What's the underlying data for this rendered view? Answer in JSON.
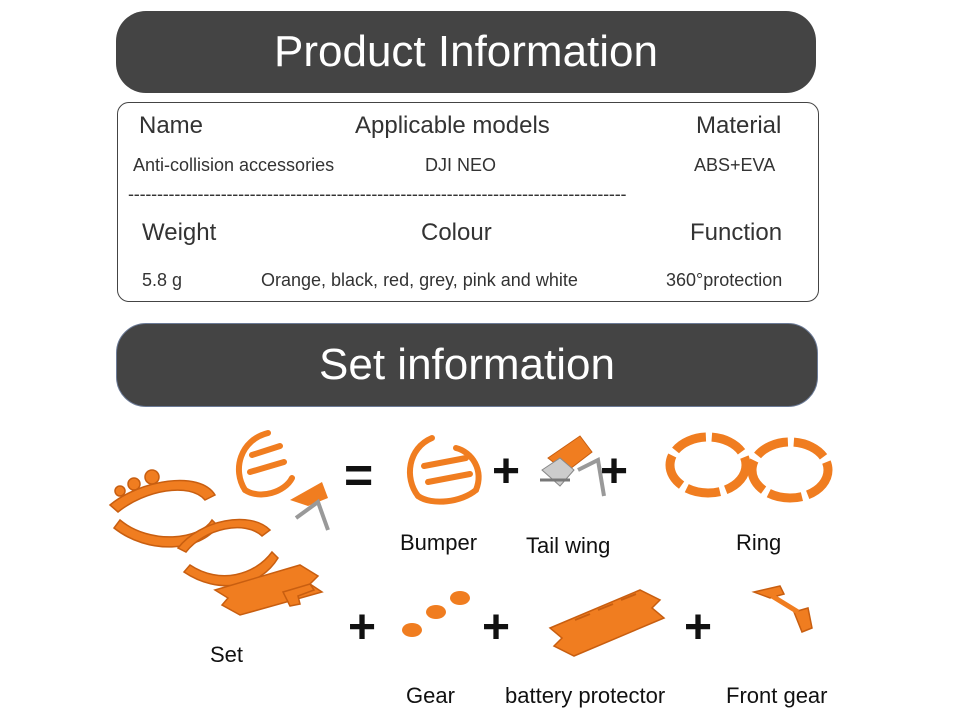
{
  "product_banner": "Product Information",
  "set_banner": "Set information",
  "info": {
    "name_h": "Name",
    "models_h": "Applicable models",
    "material_h": "Material",
    "name_v": "Anti-collision accessories",
    "models_v": "DJI NEO",
    "material_v": "ABS+EVA",
    "divider": "--------------------------------------------------------------------------------------",
    "weight_h": "Weight",
    "colour_h": "Colour",
    "function_h": "Function",
    "weight_v": "5.8 g",
    "colour_v": "Orange, black, red, grey, pink and white",
    "function_v": "360°protection"
  },
  "set": {
    "equals": "=",
    "plus": "+",
    "bumper": "Bumper",
    "tail_wing": "Tail wing",
    "ring": "Ring",
    "set": "Set",
    "gear": "Gear",
    "battery_protector": "battery protector",
    "front_gear": "Front gear"
  },
  "colors": {
    "banner": "#444444",
    "part": "#f07d20",
    "part_dark": "#c85e10"
  }
}
